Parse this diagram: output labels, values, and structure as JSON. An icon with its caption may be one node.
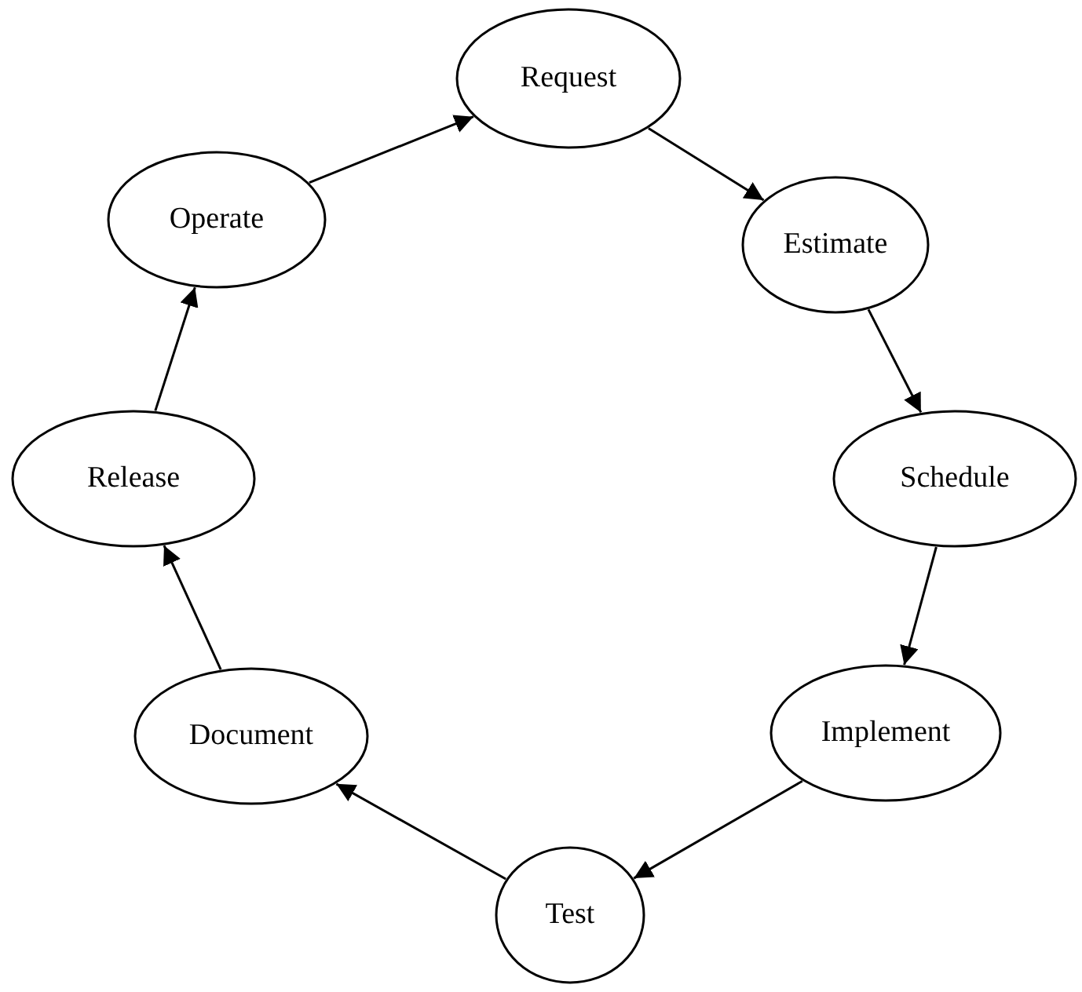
{
  "diagram": {
    "nodes": [
      {
        "text": [
          "Request"
        ]
      },
      {
        "text": [
          "Estimate"
        ]
      },
      {
        "text": [
          "Schedule"
        ]
      },
      {
        "text": [
          "Implement"
        ]
      },
      {
        "text": [
          "Test"
        ]
      },
      {
        "text": [
          "Document"
        ]
      },
      {
        "text": [
          "Release"
        ]
      },
      {
        "text": [
          "Operate"
        ]
      }
    ],
    "edges": [
      {
        "from": 0,
        "to": 1,
        "arrow": "to"
      },
      {
        "from": 1,
        "to": 2,
        "arrow": "to"
      },
      {
        "from": 2,
        "to": 3,
        "arrow": "to"
      },
      {
        "from": 3,
        "to": 4,
        "arrow": "to"
      },
      {
        "from": 4,
        "to": 5,
        "arrow": "to"
      },
      {
        "from": 5,
        "to": 6,
        "arrow": "to"
      },
      {
        "from": 6,
        "to": 7,
        "arrow": "to"
      },
      {
        "from": 7,
        "to": 0,
        "arrow": "to"
      }
    ]
  }
}
